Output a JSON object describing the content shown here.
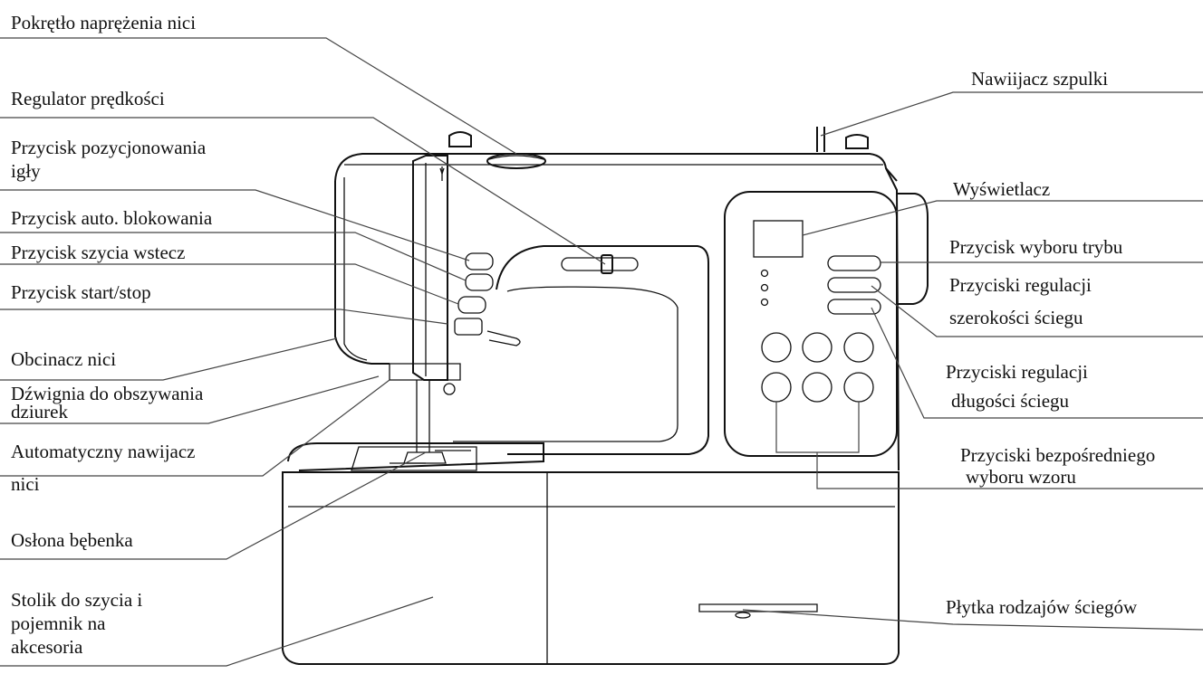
{
  "labels": {
    "thread_tension": "Pokrętło naprężenia nici",
    "speed": "Regulator prędkości",
    "needle_pos_1": "Przycisk pozycjonowania",
    "needle_pos_2": "igły",
    "auto_lock": "Przycisk auto. blokowania",
    "reverse": "Przycisk szycia wstecz",
    "start_stop": "Przycisk start/stop",
    "cutter": "Obcinacz nici",
    "buttonhole_1": "Dźwignia do obszywania",
    "buttonhole_2": "dziurek",
    "threader_1": "Automatyczny nawijacz",
    "threader_2": "nici",
    "bobbin_cover": "Osłona bębenka",
    "table_1": "Stolik do szycia i",
    "table_2": "pojemnik na",
    "table_3": "akcesoria",
    "bobbin_winder": "Nawiijacz szpulki",
    "display": "Wyświetlacz",
    "mode": "Przycisk wyboru trybu",
    "width_1": "Przyciski regulacji",
    "width_2": "szerokości ściegu",
    "length_1": "Przyciski regulacji",
    "length_2": "długości ściegu",
    "direct_1": "Przyciski bezpośredniego",
    "direct_2": "wyboru wzoru",
    "stitch_plate": "Płytka rodzajów ściegów"
  }
}
